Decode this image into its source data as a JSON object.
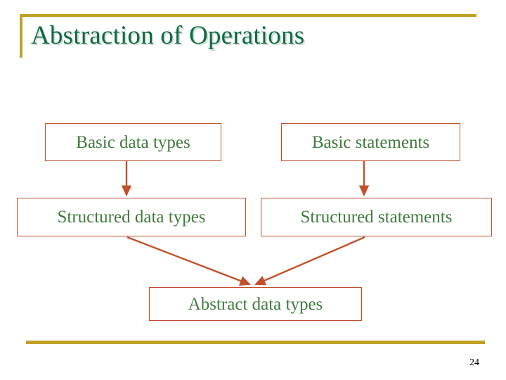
{
  "slide": {
    "title": "Abstraction of Operations",
    "page_number": "24",
    "background_color": "#ffffff",
    "accent_rule_color": "#bfa126",
    "title_color": "#0d6b41",
    "box_border_color": "#c1502b",
    "box_text_color": "#3f7a3d",
    "arrow_color": "#c1502b"
  },
  "diagram": {
    "type": "flow",
    "boxes": [
      {
        "id": "basic-data-types",
        "label": "Basic data types"
      },
      {
        "id": "basic-statements",
        "label": "Basic statements"
      },
      {
        "id": "structured-data-types",
        "label": "Structured data types"
      },
      {
        "id": "structured-statements",
        "label": "Structured statements"
      },
      {
        "id": "abstract-data-types",
        "label": "Abstract data types"
      }
    ],
    "arrows": [
      {
        "from": "basic-data-types",
        "to": "structured-data-types",
        "style": "vertical"
      },
      {
        "from": "basic-statements",
        "to": "structured-statements",
        "style": "vertical"
      },
      {
        "from": "structured-data-types",
        "to": "abstract-data-types",
        "style": "diagonal"
      },
      {
        "from": "structured-statements",
        "to": "abstract-data-types",
        "style": "diagonal"
      }
    ]
  }
}
